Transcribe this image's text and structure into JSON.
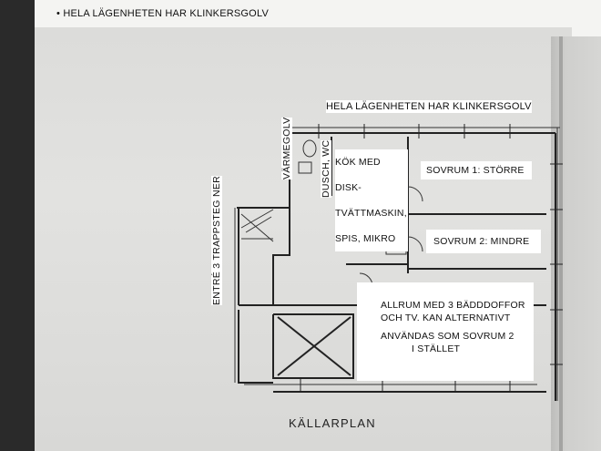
{
  "header": {
    "bullet": "•",
    "note": "HELA LÄGENHETEN HAR KLINKERSGOLV"
  },
  "plan": {
    "floor_note": "HELA LÄGENHETEN HAR KLINKERSGOLV",
    "rooms": {
      "kitchen_line1": "KÖK MED DISK-",
      "kitchen_line2": "TVÄTTMASKIN,",
      "kitchen_line3": "SPIS, MIKRO",
      "bedroom1": "SOVRUM 1: STÖRRE",
      "bedroom2": "SOVRUM 2: MINDRE",
      "allrum_line1": "ALLRUM MED 3 BÄDDDOFFOR",
      "allrum_line2": "OCH TV. KAN ALTERNATIVT",
      "allrum_line3": "ANVÄNDAS SOM SOVRUM 2",
      "allrum_line4": "I STÄLLET"
    },
    "vertical_labels": {
      "entrance": "ENTRÉ 3 TRAPPSTEG NER",
      "floor_heating": "VÄRMEGOLV",
      "shower": "DUSCH, WC"
    },
    "caption": "KÄLLARPLAN"
  }
}
